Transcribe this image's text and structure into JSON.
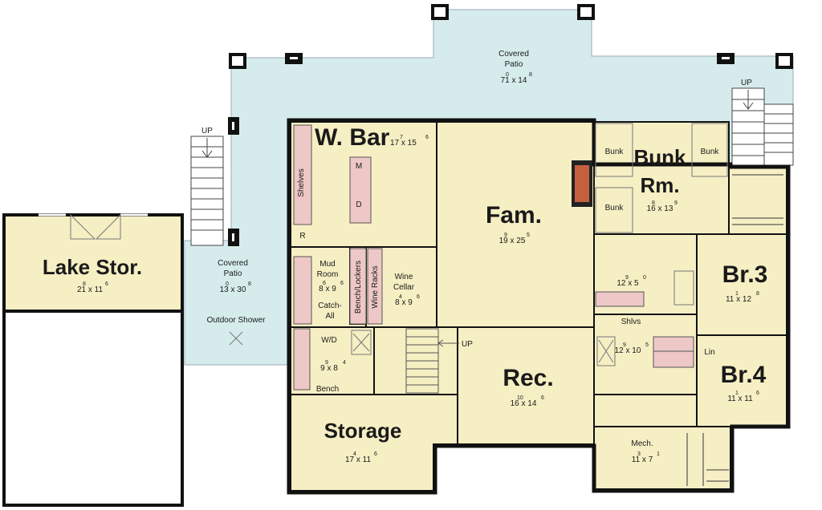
{
  "rooms": {
    "lake_stor": {
      "name": "Lake Stor.",
      "dim": "21 x 11",
      "w_sup": "8",
      "d_sup": "6"
    },
    "covered_patio_top": {
      "name1": "Covered",
      "name2": "Patio",
      "dim": "71 x 14",
      "w_sup": "0",
      "d_sup": "8"
    },
    "covered_patio_left": {
      "name1": "Covered",
      "name2": "Patio",
      "dim": "13 x 30",
      "w_sup": "0",
      "d_sup": "8"
    },
    "outdoor_shower": {
      "name": "Outdoor Shower"
    },
    "w_bar": {
      "name": "W. Bar",
      "dim": "17 x 15",
      "w_sup": "7",
      "d_sup": "6"
    },
    "fam": {
      "name": "Fam.",
      "dim": "19 x 25",
      "w_sup": "9",
      "d_sup": "5"
    },
    "bunk_rm": {
      "name1": "Bunk",
      "name2": "Rm.",
      "dim": "16 x 13",
      "w_sup": "8",
      "d_sup": "9"
    },
    "mud_room": {
      "name1": "Mud",
      "name2": "Room",
      "dim": "8 x 9",
      "w_sup": "6",
      "d_sup": "6"
    },
    "wine_cellar": {
      "name1": "Wine",
      "name2": "Cellar",
      "dim": "8 x 9",
      "w_sup": "4",
      "d_sup": "6"
    },
    "bath1": {
      "dim": "12 x 5",
      "w_sup": "9",
      "d_sup": "0"
    },
    "br3": {
      "name": "Br.3",
      "dim": "11 x 12",
      "w_sup": "1",
      "d_sup": "8"
    },
    "laundry": {
      "dim": "9 x 8",
      "w_sup": "9",
      "d_sup": "4"
    },
    "rec": {
      "name": "Rec.",
      "dim": "16 x 14",
      "w_sup": "10",
      "d_sup": "6"
    },
    "bath2": {
      "dim": "12 x 10",
      "w_sup": "9",
      "d_sup": "5"
    },
    "br4": {
      "name": "Br.4",
      "dim": "11 x 11",
      "w_sup": "1",
      "d_sup": "6"
    },
    "storage": {
      "name": "Storage",
      "dim": "17 x 11",
      "w_sup": "4",
      "d_sup": "6"
    },
    "mech": {
      "name": "Mech.",
      "dim": "11 x 7",
      "w_sup": "3",
      "d_sup": "1"
    }
  },
  "labels": {
    "up": "UP",
    "shelves": "Shelves",
    "m": "M",
    "d": "D",
    "r": "R",
    "bunk": "Bunk",
    "catch1": "Catch-",
    "catch2": "All",
    "bench_lockers": "Bench/Lockers",
    "wine_racks": "Wine Racks",
    "wd": "W/D",
    "bench": "Bench",
    "shlvs": "Shlvs",
    "lin": "Lin"
  },
  "colors": {
    "room_fill": "#f6efc4",
    "patio_fill": "#d6ecec",
    "accent_fill": "#eec7c7",
    "wall": "#111111"
  }
}
